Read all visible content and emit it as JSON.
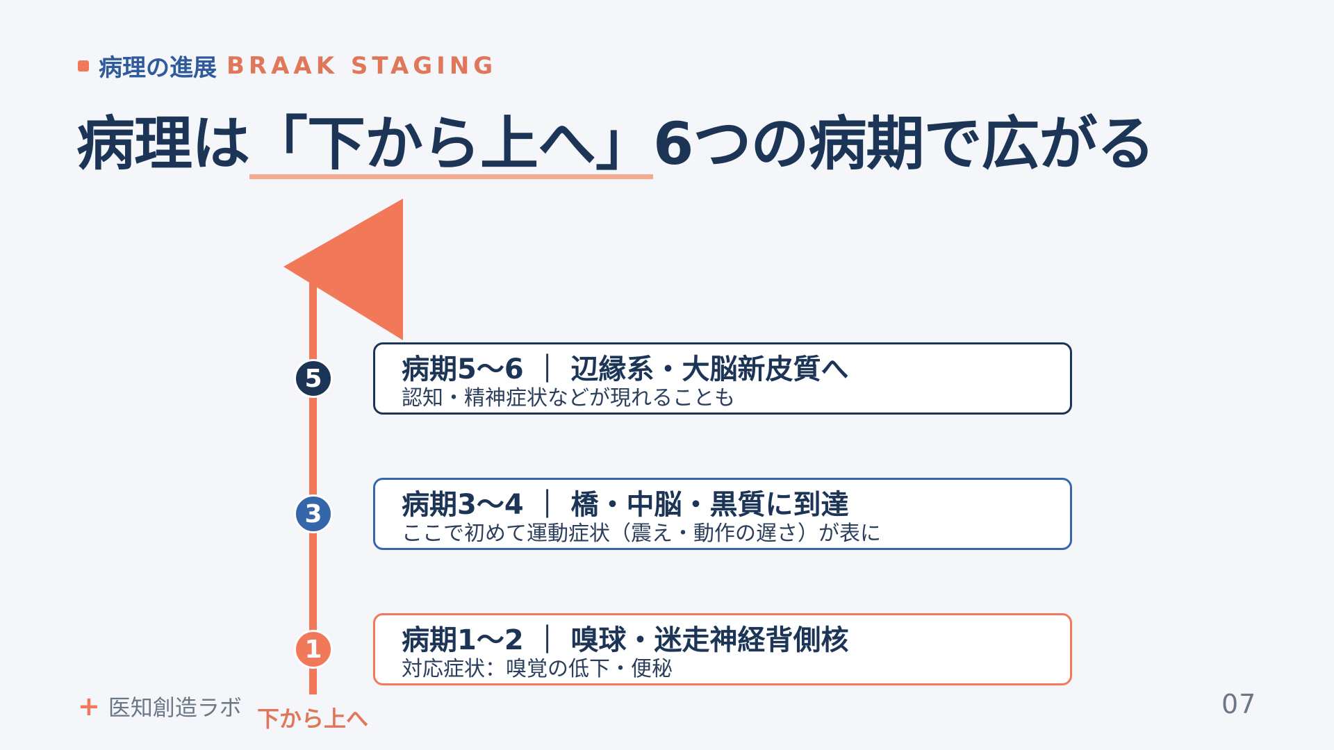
{
  "header": {
    "section_jp": "病理の進展",
    "section_en": "BRAAK STAGING",
    "title_pre": "病理は",
    "title_hl": "「下から上へ」",
    "title_post": "6つの病期で広がる"
  },
  "stages": [
    {
      "num": "5",
      "heading": "病期5〜6 ｜ 辺縁系・大脳新皮質へ",
      "sub": "認知・精神症状などが現れることも"
    },
    {
      "num": "3",
      "heading": "病期3〜4 ｜ 橋・中脳・黒質に到達",
      "sub": "ここで初めて運動症状（震え・動作の遅さ）が表に"
    },
    {
      "num": "1",
      "heading": "病期1〜2 ｜ 嗅球・迷走神経背側核",
      "sub": "対応症状：嗅覚の低下・便秘"
    }
  ],
  "axis_label": "下から上へ",
  "footer": {
    "plus": "+",
    "brand": "医知創造ラボ",
    "page": "07"
  },
  "colors": {
    "accent": "#f2785a",
    "navy": "#1c3557",
    "blue": "#3566aa",
    "background": "#f4f6f9"
  },
  "icons": {
    "arrow": "upward-arrow-icon"
  }
}
